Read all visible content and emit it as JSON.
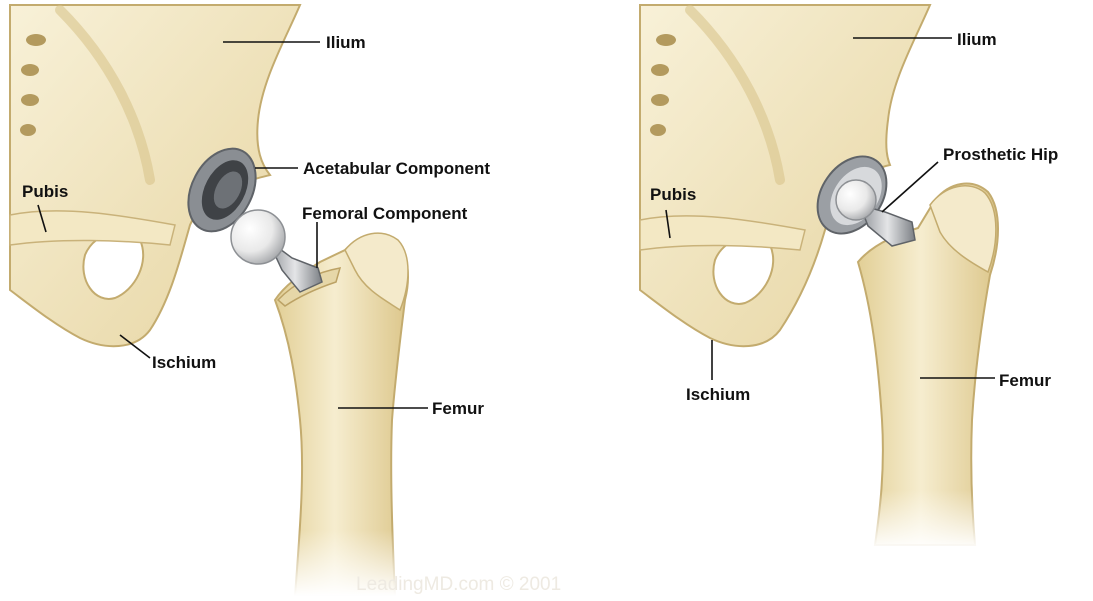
{
  "colors": {
    "bone_fill": "#efe3bd",
    "bone_light": "#f8f1d8",
    "bone_shadow": "#d4c08a",
    "bone_outline": "#c3ab6e",
    "metal": "#b9bcc0",
    "metal_dark": "#6f7378",
    "metal_light": "#f2f2f2",
    "leader_line": "#111111"
  },
  "left_panel": {
    "labels": {
      "ilium": "Ilium",
      "pubis": "Pubis",
      "ischium": "Ischium",
      "acetabular": "Acetabular Component",
      "femoral": "Femoral Component",
      "femur": "Femur"
    }
  },
  "right_panel": {
    "labels": {
      "ilium": "Ilium",
      "pubis": "Pubis",
      "ischium": "Ischium",
      "prosthetic": "Prosthetic Hip",
      "femur": "Femur"
    }
  },
  "watermark": "LeadingMD.com © 2001"
}
